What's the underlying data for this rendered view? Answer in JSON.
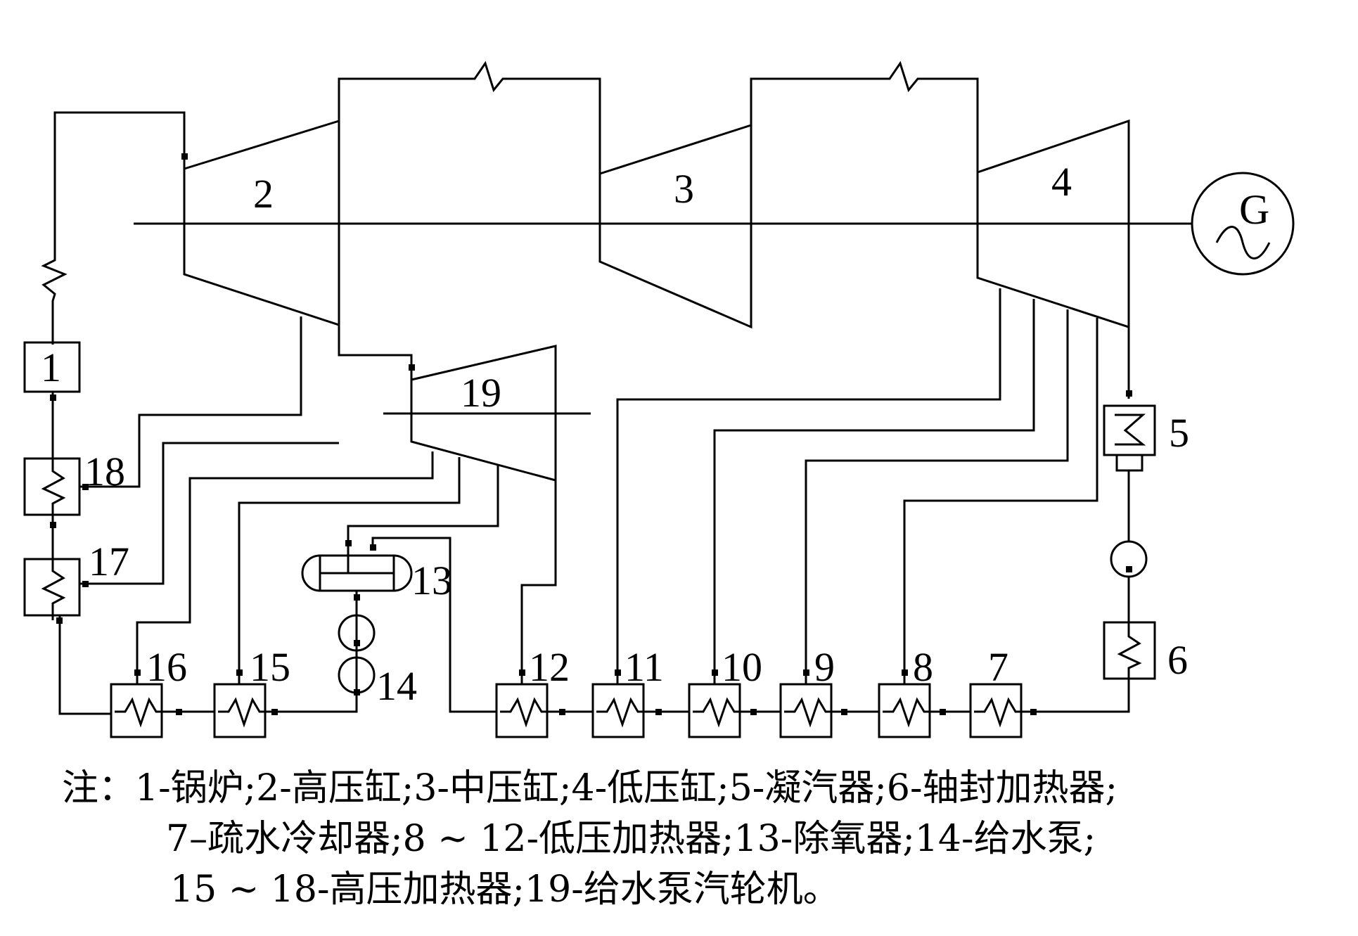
{
  "labels": {
    "boiler": "1",
    "hp_cylinder": "2",
    "ip_cylinder": "3",
    "lp_cylinder": "4",
    "condenser": "5",
    "shaft_seal_heater": "6",
    "drain_cooler": "7",
    "lp_heater_8": "8",
    "lp_heater_9": "9",
    "lp_heater_10": "10",
    "lp_heater_11": "11",
    "lp_heater_12": "12",
    "deaerator": "13",
    "feed_pump": "14",
    "hp_heater_15": "15",
    "hp_heater_16": "16",
    "hp_heater_17": "17",
    "hp_heater_18": "18",
    "pump_turbine": "19",
    "generator": "G"
  },
  "caption": {
    "line1": "注：1-锅炉;2-高压缸;3-中压缸;4-低压缸;5-凝汽器;6-轴封加热器;",
    "line2": "7–疏水冷却器;8 ~ 12-低压加热器;13-除氧器;14-给水泵;",
    "line3": "15 ~ 18-高压加热器;19-给水泵汽轮机。"
  }
}
